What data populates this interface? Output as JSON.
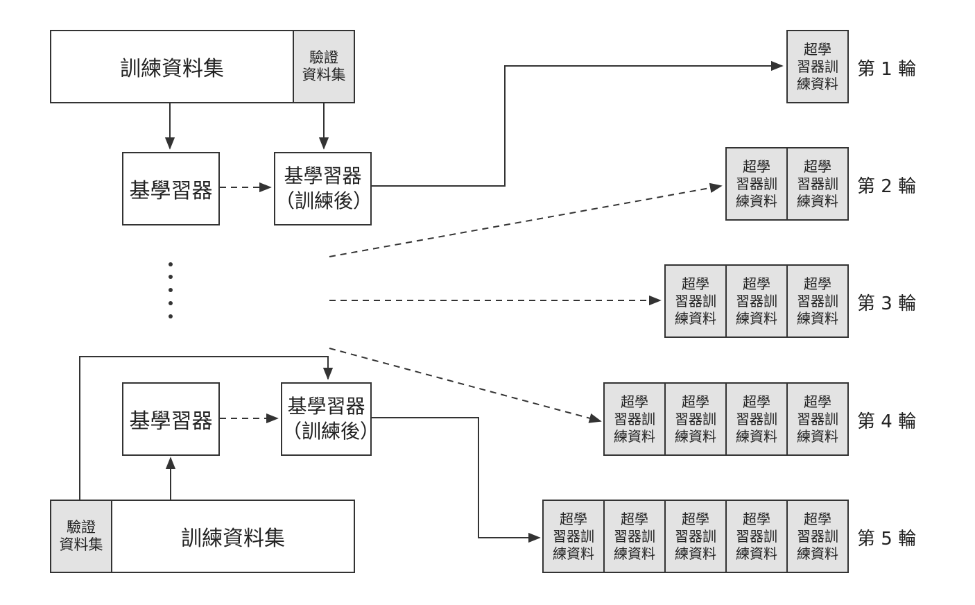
{
  "top": {
    "train_dataset": "訓練資料集",
    "val_dataset": "驗證\n資料集",
    "base_learner": "基學習器",
    "trained_learner": "基學習器\n（訓練後）"
  },
  "bottom": {
    "train_dataset": "訓練資料集",
    "val_dataset": "驗證\n資料集",
    "base_learner": "基學習器",
    "trained_learner": "基學習器\n（訓練後）"
  },
  "cell_label": "超學\n習器訓\n練資料",
  "rounds": [
    {
      "label": "第 1 輪",
      "cells": 1
    },
    {
      "label": "第 2 輪",
      "cells": 2
    },
    {
      "label": "第 3 輪",
      "cells": 3
    },
    {
      "label": "第 4 輪",
      "cells": 4
    },
    {
      "label": "第 5 輪",
      "cells": 5
    }
  ],
  "colors": {
    "box_fill_grey": "#e3e3e3",
    "stroke": "#333333"
  }
}
